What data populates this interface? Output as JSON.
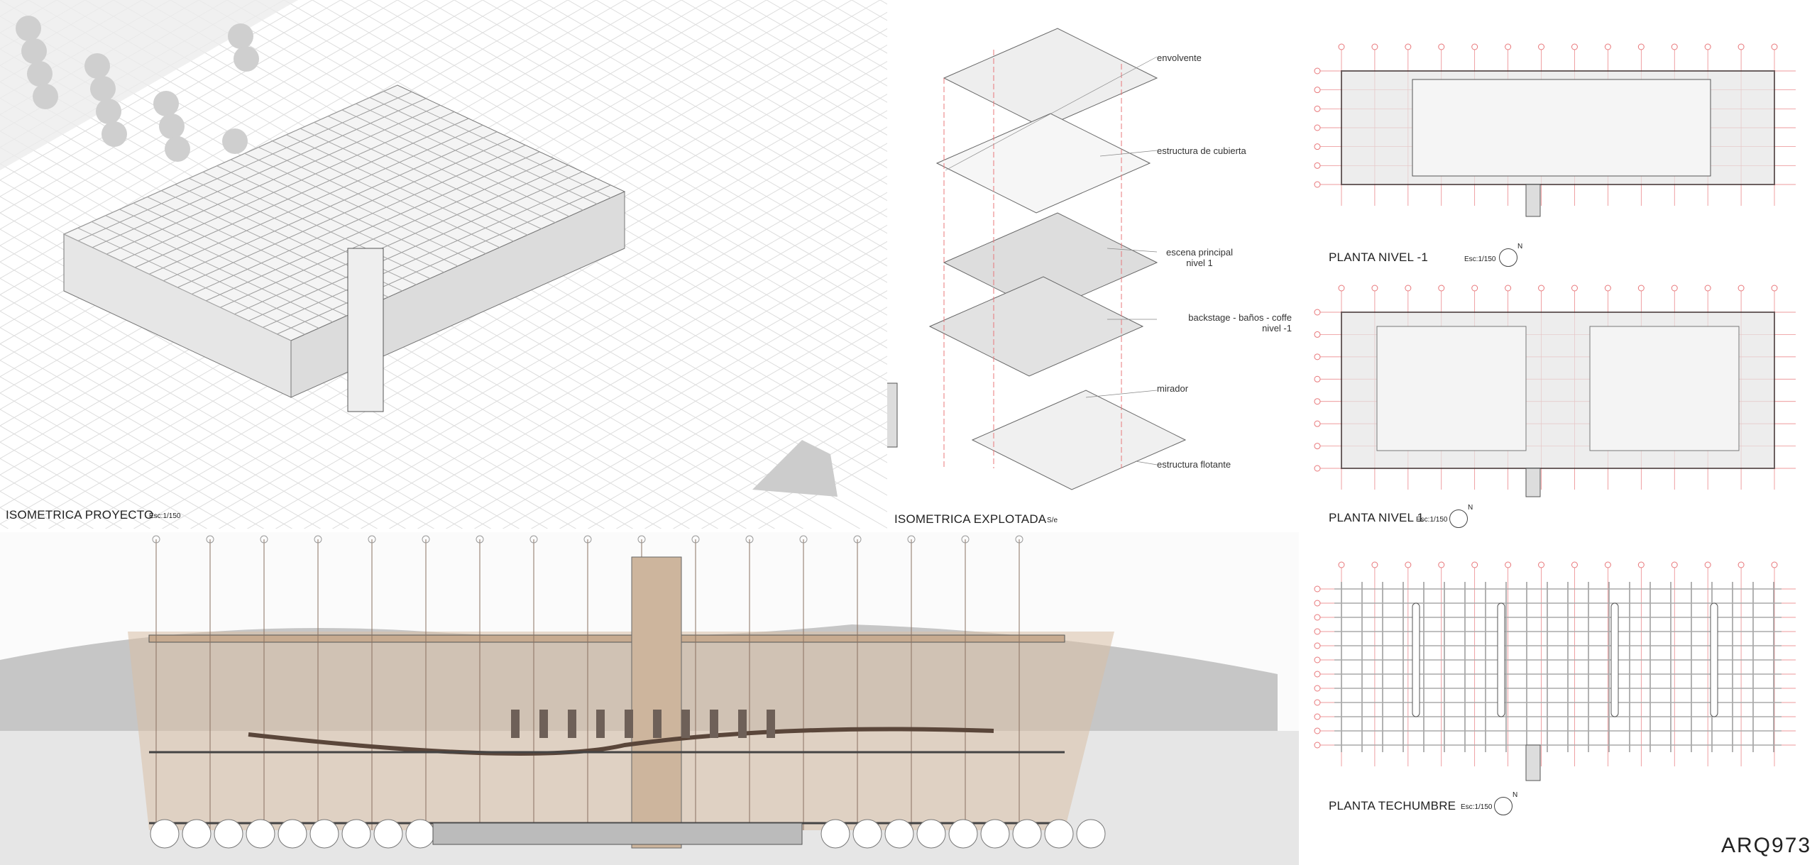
{
  "isometric_project": {
    "title": "ISOMETRICA PROYECTO",
    "scale": "Esc:1/150"
  },
  "exploded_isometric": {
    "title": "ISOMETRICA EXPLOTADA",
    "scale": "S/e",
    "layers": [
      {
        "label": "envolvente"
      },
      {
        "label": "estructura de cubierta"
      },
      {
        "label": "escena principal\nnivel 1"
      },
      {
        "label": "backstage - baños - coffe\nnivel -1"
      },
      {
        "label": "mirador"
      },
      {
        "label": "estructura flotante"
      }
    ]
  },
  "plans": [
    {
      "title": "PLANTA NIVEL -1",
      "scale": "Esc:1/150",
      "north": "N"
    },
    {
      "title": "PLANTA NIVEL 1",
      "scale": "Esc:1/150",
      "north": "N"
    },
    {
      "title": "PLANTA TECHUMBRE",
      "scale": "Esc:1/150",
      "north": "N"
    }
  ],
  "brand": "ARQ973",
  "colors": {
    "grid_red": "#e8777a",
    "sepia": "#d9bfa6",
    "line": "#555555"
  }
}
